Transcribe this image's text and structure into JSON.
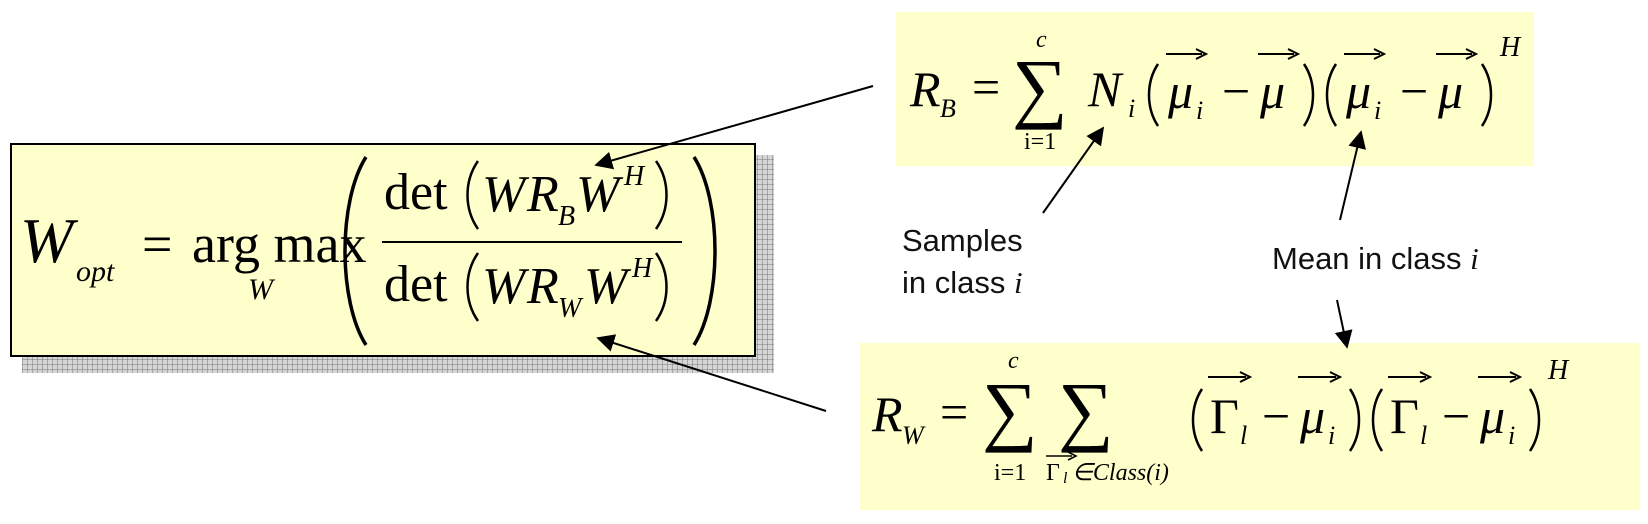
{
  "main_formula": {
    "lhs": "W",
    "lhs_sub": "opt",
    "equals": "=",
    "operator": "arg max",
    "operator_sub": "W",
    "numerator": {
      "det": "det",
      "W": "W",
      "R": "R",
      "R_sub": "B",
      "W2": "W",
      "sup": "H"
    },
    "denominator": {
      "det": "det",
      "W": "W",
      "R": "R",
      "R_sub": "W",
      "W2": "W",
      "sup": "H"
    }
  },
  "rb_formula": {
    "lhs": "R",
    "lhs_sub": "B",
    "equals": "=",
    "sum_top": "c",
    "sum_bottom": "i=1",
    "N": "N",
    "N_sub": "i",
    "mu": "μ",
    "mu_sub": "i",
    "minus": "−",
    "sup": "H"
  },
  "rw_formula": {
    "lhs": "R",
    "lhs_sub": "W",
    "equals": "=",
    "sum_top": "c",
    "sum_bottom": "i=1",
    "sum2_bottom_gamma": "Γ",
    "sum2_bottom_l": "l",
    "sum2_bottom_rest": "∈Class(i)",
    "gamma": "Γ",
    "gamma_sub": "l",
    "mu": "μ",
    "mu_sub": "i",
    "minus": "−",
    "sup": "H"
  },
  "labels": {
    "samples_line1": "Samples",
    "samples_line2": "in class ",
    "samples_var": "i",
    "mean": "Mean in class ",
    "mean_var": "i"
  }
}
